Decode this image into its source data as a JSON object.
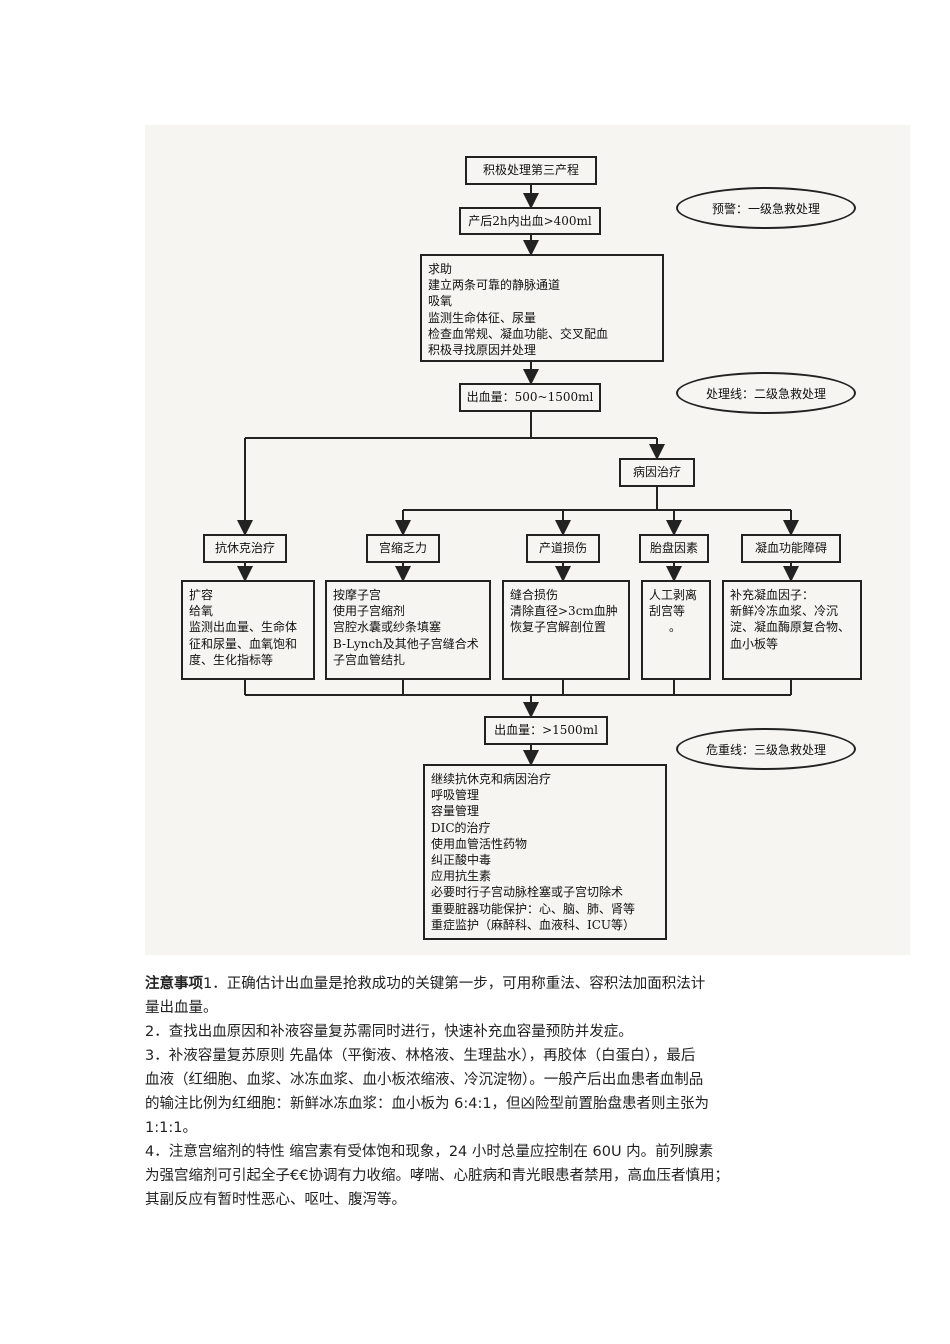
{
  "flowchart": {
    "start": "积极处理第三产程",
    "trigger": "产后2h内出血>400ml",
    "alert1": "预警：一级急救处理",
    "initial_actions": [
      "求助",
      "建立两条可靠的静脉通道",
      "吸氧",
      "监测生命体征、尿量",
      "检查血常规、凝血功能、交叉配血",
      "积极寻找原因并处理"
    ],
    "stage2": "出血量：500~1500ml",
    "alert2": "处理线：二级急救处理",
    "etiology": "病因治疗",
    "branches": [
      {
        "title": "抗休克治疗",
        "items": [
          "扩容",
          "给氧",
          "监测出血量、生命体",
          "征和尿量、血氧饱和",
          "度、生化指标等"
        ]
      },
      {
        "title": "宫缩乏力",
        "items": [
          "按摩子宫",
          "使用子宫缩剂",
          "宫腔水囊或纱条填塞",
          "B-Lynch及其他子宫缝合术",
          "子宫血管结扎"
        ]
      },
      {
        "title": "产道损伤",
        "items": [
          "缝合损伤",
          "清除直径>3cm血肿",
          "恢复子宫解剖位置"
        ]
      },
      {
        "title": "胎盘因素",
        "items": [
          "人工剥离",
          "刮宫等",
          "。"
        ]
      },
      {
        "title": "凝血功能障碍",
        "items": [
          "补充凝血因子：",
          "新鲜冷冻血浆、冷沉",
          "淀、凝血酶原复合物、",
          "血小板等"
        ]
      }
    ],
    "stage3": "出血量：>1500ml",
    "alert3": "危重线：三级急救处理",
    "final_actions": [
      "继续抗休克和病因治疗",
      "呼吸管理",
      "容量管理",
      "DIC的治疗",
      "使用血管活性药物",
      "纠正酸中毒",
      "应用抗生素",
      "必要时行子宫动脉栓塞或子宫切除术",
      "重要脏器功能保护：心、脑、肺、肾等",
      "重症监护（麻醉科、血液科、ICU等）"
    ]
  },
  "notes": {
    "heading": "注意事项",
    "lines": [
      "1．正确估计出血量是抢救成功的关键第一步，可用称重法、容积法加面积法计",
      "量出血量。",
      "2．查找出血原因和补液容量复苏需同时进行，快速补充血容量预防并发症。",
      "3．补液容量复苏原则  先晶体（平衡液、林格液、生理盐水），再胶体（白蛋白），最后",
      "血液（红细胞、血浆、冰冻血浆、血小板浓缩液、冷沉淀物）。一般产后出血患者血制品",
      "的输注比例为红细胞：新鲜冰冻血浆：血小板为 6:4:1，但凶险型前置胎盘患者则主张为",
      "1:1:1。",
      "4．注意宫缩剂的特性  缩宫素有受体饱和现象，24 小时总量应控制在 60U 内。前列腺素",
      "为强宫缩剂可引起全子€€协调有力收缩。哮喘、心脏病和青光眼患者禁用，高血压者慎用；",
      "其副反应有暂时性恶心、呕吐、腹泻等。"
    ]
  }
}
